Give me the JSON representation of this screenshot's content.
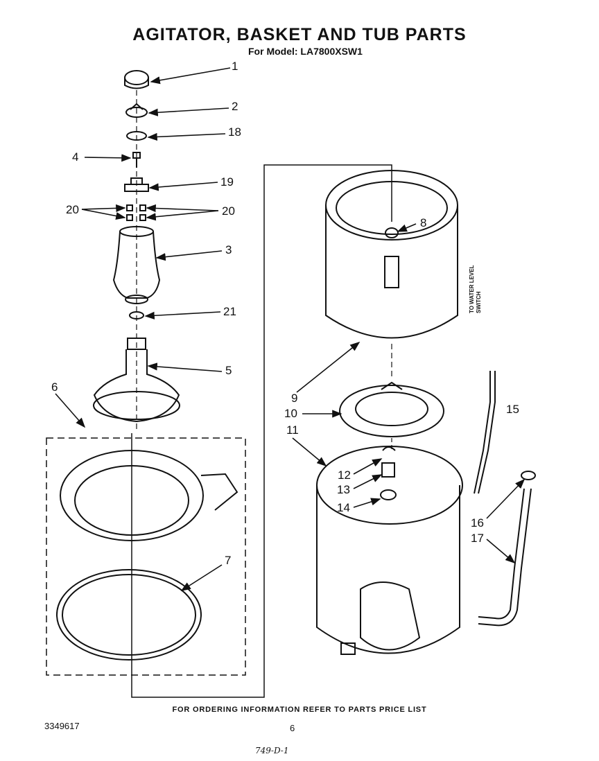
{
  "header": {
    "title": "AGITATOR, BASKET AND TUB PARTS",
    "subtitle": "For Model: LA7800XSW1"
  },
  "callouts": {
    "c1": "1",
    "c2": "2",
    "c18": "18",
    "c4": "4",
    "c19": "19",
    "c20_left": "20",
    "c20_right": "20",
    "c3": "3",
    "c21": "21",
    "c5": "5",
    "c6": "6",
    "c7": "7",
    "c8": "8",
    "c9": "9",
    "c10": "10",
    "c11": "11",
    "c12": "12",
    "c13": "13",
    "c14": "14",
    "c15": "15",
    "c16": "16",
    "c17": "17"
  },
  "side_note": "TO WATER LEVEL SWITCH",
  "footer": {
    "ordering_note": "FOR ORDERING INFORMATION REFER TO PARTS PRICE LIST",
    "part_number": "3349617",
    "page_number": "6",
    "handwritten": "749-D-1"
  }
}
